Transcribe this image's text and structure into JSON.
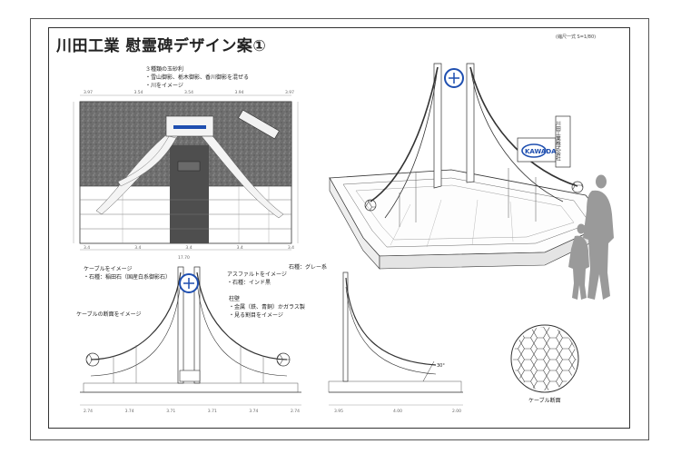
{
  "title": "川田工業 慰霊碑デザイン案①",
  "scale": "(縮尺一式 S=1/80)",
  "notes": {
    "sand": [
      "３種類の玉砂利",
      "・雪山御影、栃木御影、香川御影を混ぜる",
      "・川をイメージ"
    ],
    "cable": [
      "ケーブルをイメージ",
      "・石種：稲田石（国産白系御影石）"
    ],
    "stone": "石種：グレー系",
    "asphalt": [
      "アスファルトをイメージ",
      "・石種：インド黒"
    ],
    "column": [
      "柱壁",
      "・金属（鉄、青銅）かガラス製",
      "・見る割目をイメージ"
    ],
    "section": "ケーブルの断面をイメージ",
    "cable_section": "ケーブル断面",
    "angle": "30°"
  },
  "plan_dims_top": [
    "3.97",
    "3.54",
    "3.54",
    "3.94",
    "3.97"
  ],
  "plan_dims_bottom": [
    "3.4",
    "3.4",
    "3.4",
    "3.4",
    "3.4"
  ],
  "plan_total": "17.70",
  "elev_dims": [
    "2.74",
    "3.74",
    "3.71",
    "3.71",
    "3.74",
    "2.74"
  ],
  "side_dims": [
    "3.95",
    "4.00",
    "2.00"
  ],
  "sign": {
    "company": "川田工業株式会社",
    "logo": "KAWADA"
  },
  "colors": {
    "granite": "#6e6e6e",
    "asphalt": "#4e4e4e",
    "logo": "#1f4fb0",
    "figure": "#9a9a9a"
  }
}
